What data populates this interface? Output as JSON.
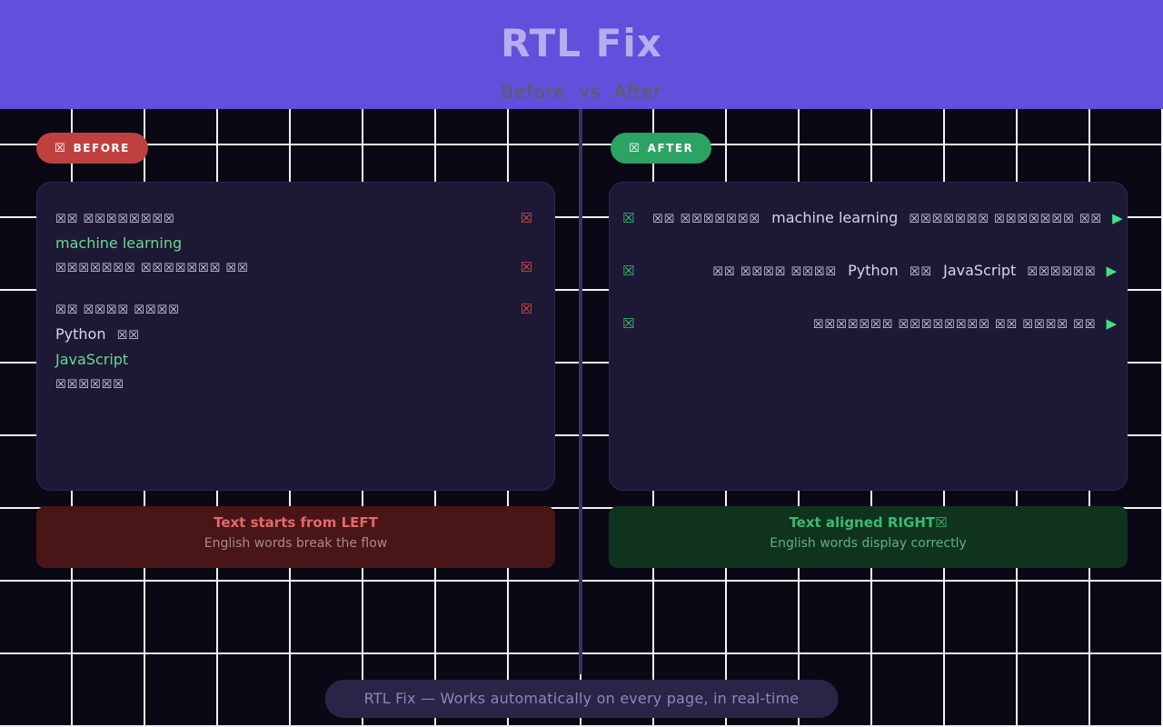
{
  "header": {
    "title": "RTL Fix",
    "subtitle": "Before vs After"
  },
  "colors": {
    "header_purple": "#6150dc",
    "badge_red": "#bf413f",
    "badge_green": "#2ca263",
    "highlight_green": "#67da92",
    "error_mark_red": "#d0504c",
    "check_mark_green": "#3fc47d",
    "arrow_green": "#3fe08a",
    "note_red_bg": "#491516",
    "note_green_bg": "#0f331d"
  },
  "before": {
    "badge": {
      "icon": "☒",
      "label": "BEFORE"
    },
    "lines": [
      {
        "text": "☒☒ ☒☒☒☒☒☒☒☒",
        "marker": "☒"
      },
      {
        "text": "machine learning"
      },
      {
        "text": "☒☒☒☒☒☒☒ ☒☒☒☒☒☒☒ ☒☒",
        "marker": "☒"
      },
      {
        "text": "☒☒ ☒☒☒☒ ☒☒☒☒",
        "marker": "☒"
      },
      {
        "en": "Python",
        "tail": "☒☒"
      },
      {
        "text": "JavaScript"
      },
      {
        "text": "☒☒☒☒☒☒"
      }
    ],
    "note": {
      "title": "Text starts from LEFT",
      "subtitle": "English words break the flow"
    }
  },
  "after": {
    "badge": {
      "icon": "☒",
      "label": "AFTER"
    },
    "rows": [
      {
        "check": "☒",
        "t1": "☒☒ ☒☒☒☒☒☒☒",
        "en1": "machine learning",
        "t2": "☒☒☒☒☒☒☒ ☒☒☒☒☒☒☒ ☒☒",
        "arrow": "▶"
      },
      {
        "check": "☒",
        "t1": "☒☒ ☒☒☒☒ ☒☒☒☒",
        "en1": "Python",
        "t2": "☒☒",
        "en2": "JavaScript",
        "t3": "☒☒☒☒☒☒",
        "arrow": "▶"
      },
      {
        "check": "☒",
        "t1": "☒☒☒☒☒☒☒ ☒☒☒☒☒☒☒☒ ☒☒ ☒☒☒☒ ☒☒",
        "arrow": "▶"
      }
    ],
    "note": {
      "title": "Text aligned RIGHT☒",
      "subtitle": "English words display correctly"
    }
  },
  "footer": {
    "text": "RTL Fix — Works automatically on every page, in real-time"
  }
}
